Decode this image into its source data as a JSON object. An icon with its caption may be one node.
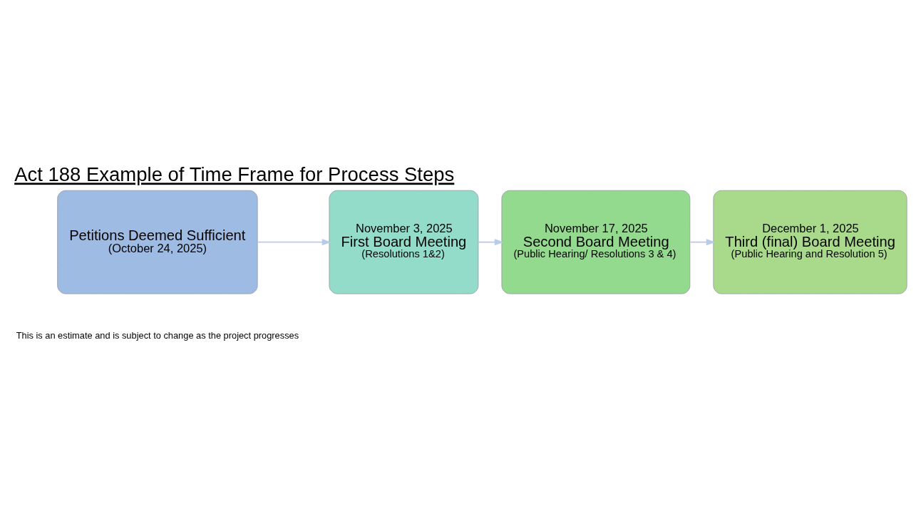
{
  "diagram": {
    "title": "Act 188 Example of Time Frame for Process Steps",
    "nodes": [
      {
        "text": [
          "Petitions Deemed Sufficient",
          "(October 24, 2025)"
        ]
      },
      {
        "text": [
          "November 3, 2025",
          "First Board Meeting",
          "(Resolutions 1&2)"
        ]
      },
      {
        "text": [
          "November 17, 2025",
          "Second Board Meeting",
          "(Public Hearing/ Resolutions 3 & 4)"
        ]
      },
      {
        "text": [
          "December 1, 2025",
          "Third (final) Board Meeting",
          "(Public Hearing and Resolution 5)"
        ]
      }
    ],
    "edges": [
      {
        "from": 0,
        "to": 1,
        "arrow": "to"
      },
      {
        "from": 1,
        "to": 2,
        "arrow": "to"
      },
      {
        "from": 2,
        "to": 3,
        "arrow": "to"
      }
    ],
    "labels": [
      "This is an estimate and is subject to change as the project progresses"
    ]
  }
}
